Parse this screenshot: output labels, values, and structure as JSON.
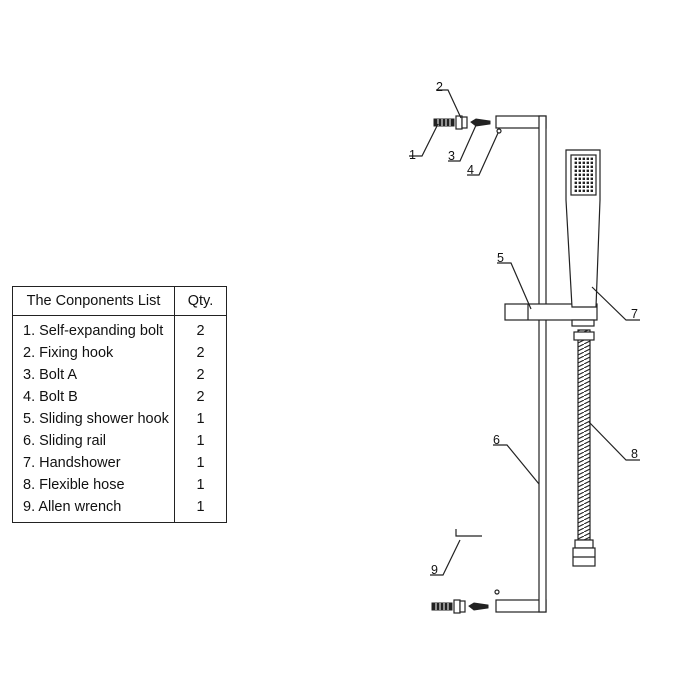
{
  "table": {
    "header_name": "The Conponents List",
    "header_qty": "Qty.",
    "rows": [
      {
        "name": "1. Self-expanding bolt",
        "qty": "2"
      },
      {
        "name": "2. Fixing hook",
        "qty": "2"
      },
      {
        "name": "3. Bolt  A",
        "qty": "2"
      },
      {
        "name": "4. Bolt  B",
        "qty": "2"
      },
      {
        "name": "5. Sliding shower hook",
        "qty": "1"
      },
      {
        "name": "6. Sliding rail",
        "qty": "1"
      },
      {
        "name": "7. Handshower",
        "qty": "1"
      },
      {
        "name": "8. Flexible hose",
        "qty": "1"
      },
      {
        "name": "9. Allen  wrench",
        "qty": "1"
      }
    ]
  },
  "callouts": {
    "c1": "1",
    "c2": "2",
    "c3": "3",
    "c4": "4",
    "c5": "5",
    "c6": "6",
    "c7": "7",
    "c8": "8",
    "c9": "9"
  }
}
